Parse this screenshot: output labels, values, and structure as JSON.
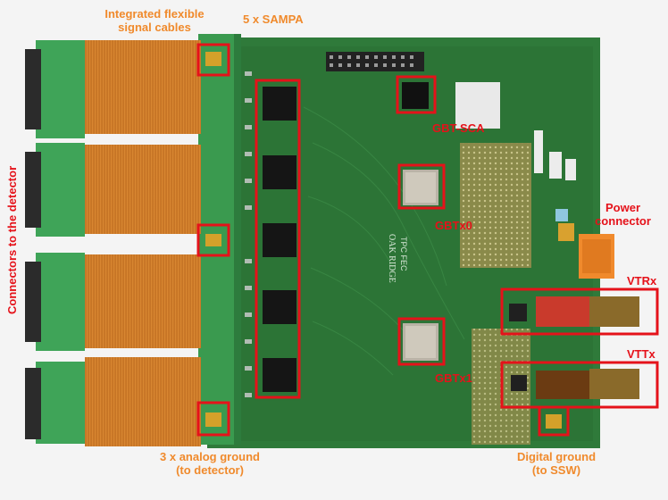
{
  "labels": {
    "cables_line1": "Integrated flexible",
    "cables_line2": "signal cables",
    "sampa": "5 x SAMPA",
    "connectors": "Connectors to the detector",
    "gbt_sca": "GBT-SCA",
    "gbtx0": "GBTx0",
    "gbtx1": "GBTx1",
    "power_line1": "Power",
    "power_line2": "connector",
    "vtrx": "VTRx",
    "vttx": "VTTx",
    "analog_line1": "3 x analog ground",
    "analog_line2": "(to detector)",
    "digital_line1": "Digital ground",
    "digital_line2": "(to SSW)"
  },
  "board_marks": {
    "logo": "OAK RIDGE",
    "board": "TPC FEC"
  },
  "colors": {
    "pcb": "#2f7a3a",
    "pcb_dark": "#276a31",
    "connector_green": "#3fa458",
    "flex_cable": "#d07f2a",
    "highlight": "#e5121a",
    "label_orange": "#f08a2c",
    "label_red": "#e5121a",
    "background": "#f4f4f4"
  }
}
